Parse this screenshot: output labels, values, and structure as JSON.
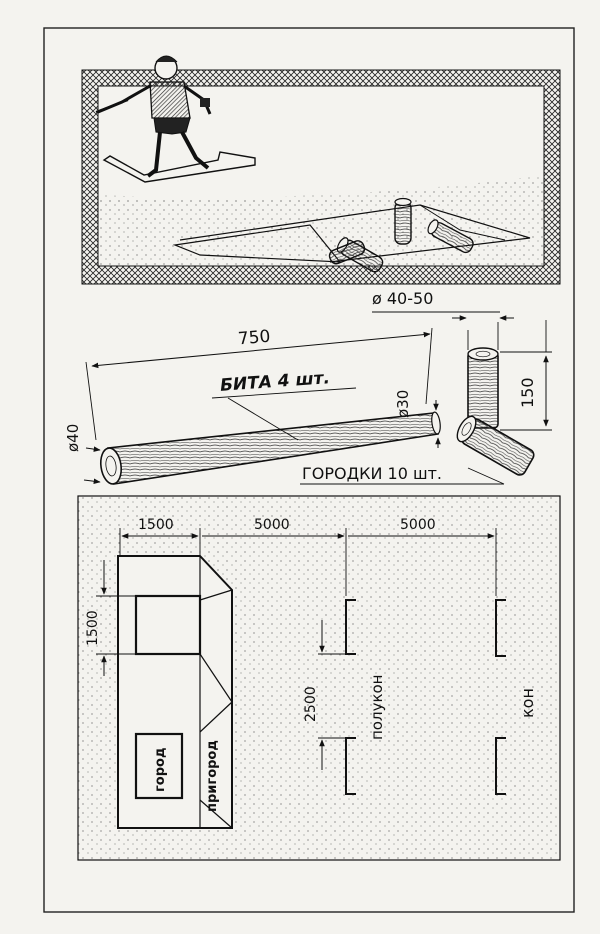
{
  "parts": {
    "gorodok_diameter": "ø 40-50",
    "bat_length": "750",
    "bat_label": "БИТА 4 шт.",
    "bat_small_diameter": "ø30",
    "bat_large_diameter": "ø40",
    "gorodok_length": "150",
    "gorodki_label": "ГОРОДКИ 10 шт."
  },
  "court": {
    "dim_city_width": "1500",
    "dim_to_polukon": "5000",
    "dim_to_kon": "5000",
    "dim_city_depth": "1500",
    "dim_gap": "2500",
    "label_gorod": "город",
    "label_prigorod": "пригород",
    "label_polukon": "полукон",
    "label_kon": "кон"
  },
  "colors": {
    "paper": "#f4f3ef",
    "ink": "#1a1a1a"
  }
}
